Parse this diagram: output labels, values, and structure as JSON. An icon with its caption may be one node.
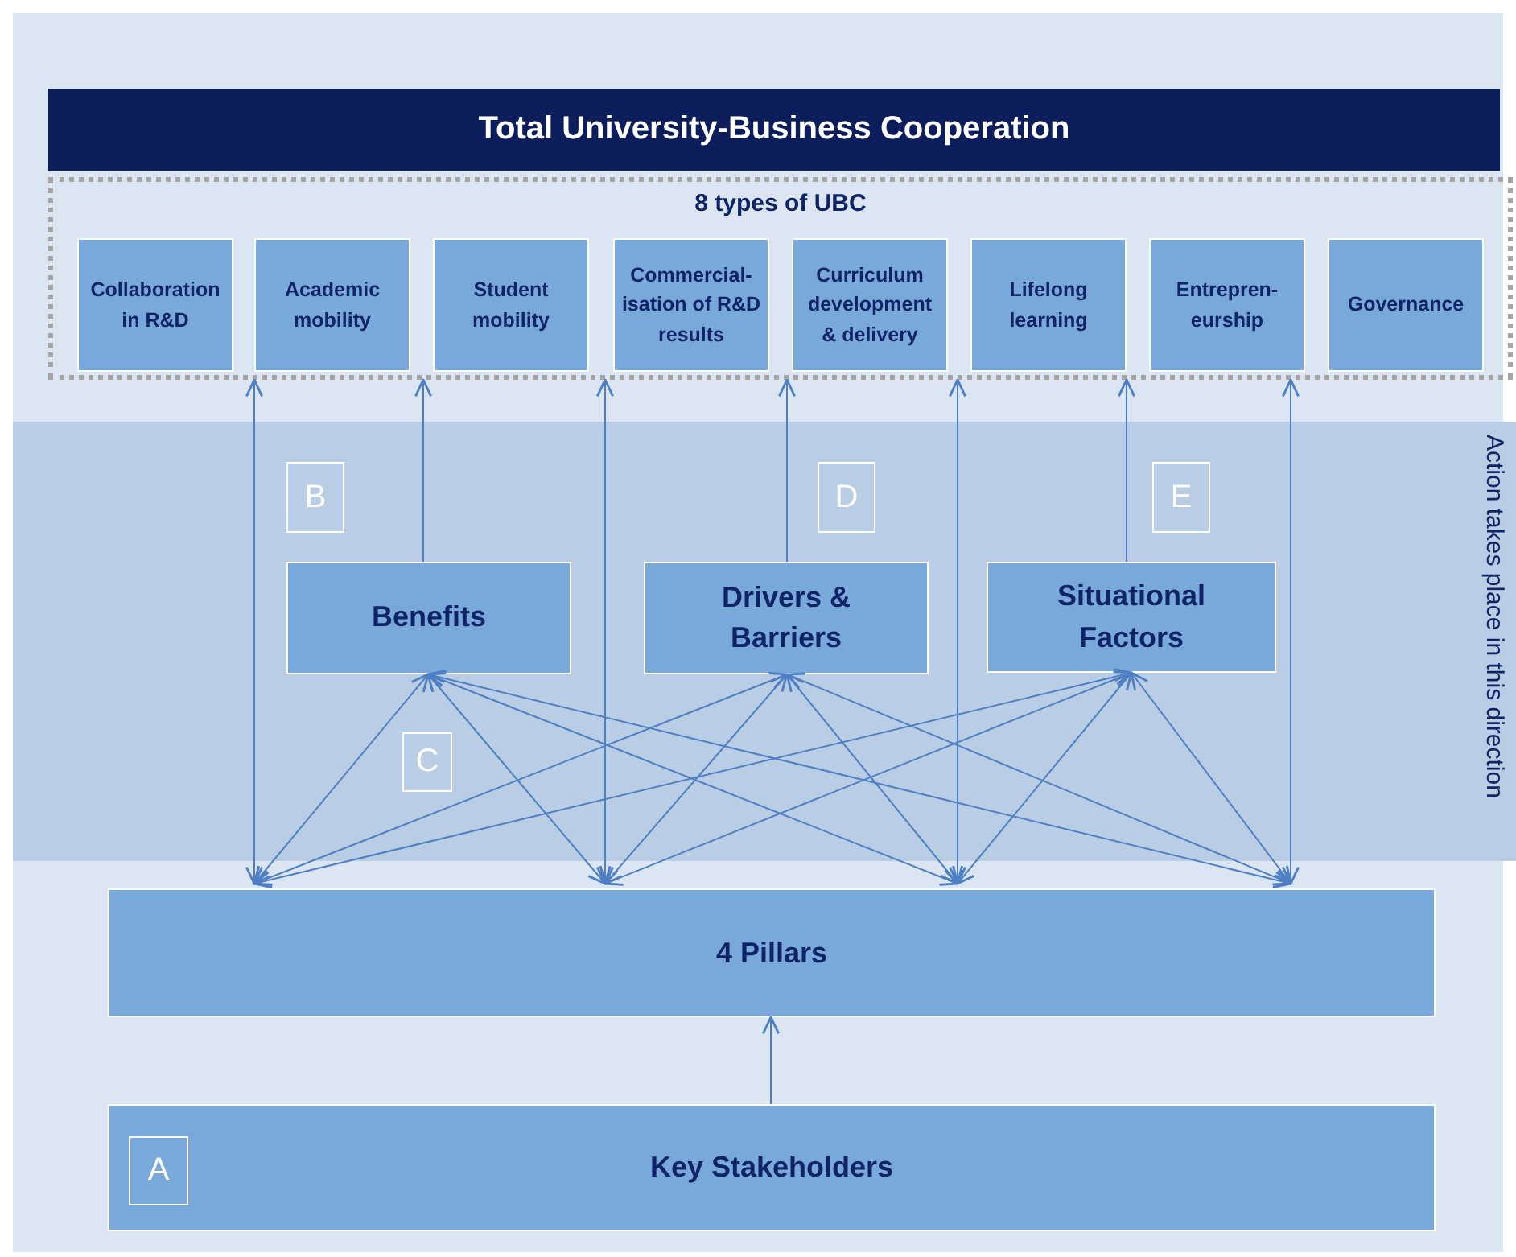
{
  "diagram": {
    "nodes": [
      {
        "text": [
          "Total University-Business  Cooperation"
        ]
      },
      {
        "text": [
          "8 types of UBC"
        ]
      },
      {
        "text": [
          "Collaboration in R&D"
        ],
        "in": 1
      },
      {
        "text": [
          "Academic mobility"
        ],
        "in": 1
      },
      {
        "text": [
          "Student mobility"
        ],
        "in": 1
      },
      {
        "text": [
          "Commercial- isation of R&D results"
        ],
        "in": 1
      },
      {
        "text": [
          "Curriculum development & delivery"
        ],
        "in": 1
      },
      {
        "text": [
          "Lifelong learning"
        ],
        "in": 1
      },
      {
        "text": [
          "Entrepren- eurship"
        ],
        "in": 1
      },
      {
        "text": [
          "Governance"
        ],
        "in": 1
      },
      {
        "text": [
          "Benefits"
        ]
      },
      {
        "text": [
          "Drivers & Barriers"
        ]
      },
      {
        "text": [
          "Situational Factors"
        ]
      },
      {
        "text": [
          "4 Pillars"
        ]
      },
      {
        "text": [
          "Key Stakeholders"
        ]
      },
      {
        "text": [
          "A"
        ],
        "in": 14
      },
      {
        "text": [
          "B"
        ]
      },
      {
        "text": [
          "C"
        ]
      },
      {
        "text": [
          "D"
        ]
      },
      {
        "text": [
          "E"
        ]
      }
    ],
    "edges": [
      {
        "from": 13,
        "to": 1,
        "arrow": "both"
      },
      {
        "from": 13,
        "to": 1,
        "arrow": "both"
      },
      {
        "from": 13,
        "to": 1,
        "arrow": "both"
      },
      {
        "from": 13,
        "to": 1,
        "arrow": "both"
      },
      {
        "from": 10,
        "to": 1,
        "arrow": "to"
      },
      {
        "from": 11,
        "to": 1,
        "arrow": "to"
      },
      {
        "from": 12,
        "to": 1,
        "arrow": "to"
      },
      {
        "from": 10,
        "to": 13,
        "arrow": "both"
      },
      {
        "from": 10,
        "to": 13,
        "arrow": "both"
      },
      {
        "from": 10,
        "to": 13,
        "arrow": "both"
      },
      {
        "from": 10,
        "to": 13,
        "arrow": "both"
      },
      {
        "from": 11,
        "to": 13,
        "arrow": "both"
      },
      {
        "from": 11,
        "to": 13,
        "arrow": "both"
      },
      {
        "from": 11,
        "to": 13,
        "arrow": "both"
      },
      {
        "from": 11,
        "to": 13,
        "arrow": "both"
      },
      {
        "from": 12,
        "to": 13,
        "arrow": "both"
      },
      {
        "from": 12,
        "to": 13,
        "arrow": "both"
      },
      {
        "from": 12,
        "to": 13,
        "arrow": "both"
      },
      {
        "from": 12,
        "to": 13,
        "arrow": "both"
      },
      {
        "from": 14,
        "to": 13,
        "arrow": "to"
      }
    ],
    "labels": [
      "Action takes place in this direction"
    ]
  }
}
